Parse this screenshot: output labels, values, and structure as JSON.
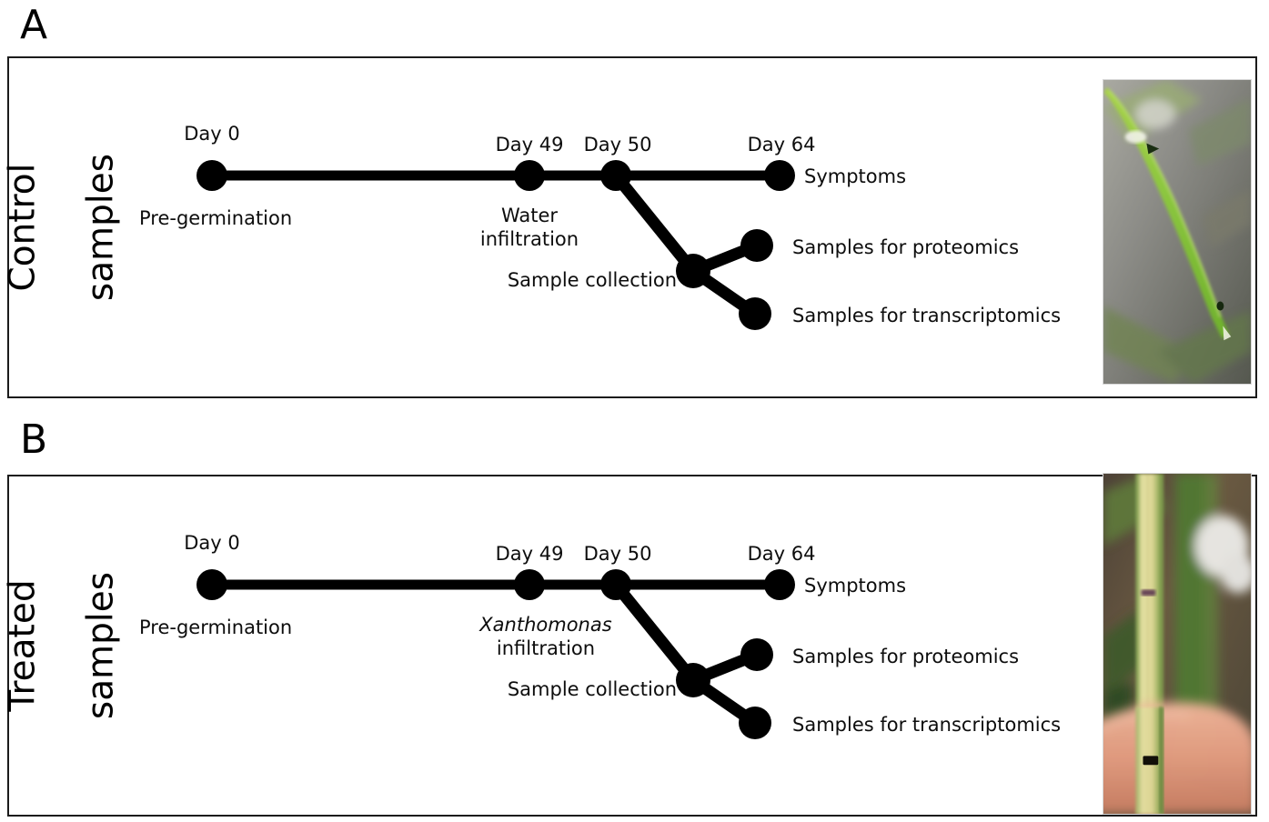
{
  "figure": {
    "type": "experimental-timeline-diagram",
    "background": "#ffffff",
    "node_color": "#000000",
    "line_color": "#000000",
    "border_color": "#1b1b1b"
  },
  "panels": [
    {
      "letter": "A",
      "side_label_line1": "Control",
      "side_label_line2": "samples",
      "timeline": {
        "day0": {
          "day": "Day 0",
          "label": "Pre-germination"
        },
        "day49": {
          "day": "Day 49",
          "label_line1": "Water",
          "label_line2": "infiltration",
          "italic_first": false
        },
        "day50": {
          "day": "Day 50",
          "label": "Sample collection"
        },
        "day64": {
          "day": "Day 64",
          "label": "Symptoms"
        },
        "branch_proteomics": "Samples for proteomics",
        "branch_transcriptomics": "Samples for transcriptomics"
      },
      "photo": {
        "name": "healthy-rice-leaf-photo",
        "description": "Green healthy rice leaf diagonal against grey background"
      }
    },
    {
      "letter": "B",
      "side_label_line1": "Treated",
      "side_label_line2": "samples",
      "timeline": {
        "day0": {
          "day": "Day 0",
          "label": "Pre-germination"
        },
        "day49": {
          "day": "Day 49",
          "label_line1": "Xanthomonas",
          "label_line2": "infiltration",
          "italic_first": true
        },
        "day50": {
          "day": "Day 50",
          "label": "Sample collection"
        },
        "day64": {
          "day": "Day 64",
          "label": "Symptoms"
        },
        "branch_proteomics": "Samples for proteomics",
        "branch_transcriptomics": "Samples for transcriptomics"
      },
      "photo": {
        "name": "blighted-rice-leaf-photo",
        "description": "Yellowed blighted rice leaf held between fingers"
      }
    }
  ],
  "chart_data": {
    "type": "timeline",
    "title": "",
    "description": "Two parallel experimental timelines for control and Xanthomonas-treated rice samples",
    "x": [
      0,
      49,
      50,
      64
    ],
    "tick_labels": [
      "Day 0",
      "Day 49",
      "Day 50",
      "Day 64"
    ],
    "series": [
      {
        "name": "Control samples",
        "events": [
          {
            "day": 0,
            "label": "Pre-germination",
            "branch": "main"
          },
          {
            "day": 49,
            "label": "Water infiltration",
            "branch": "main"
          },
          {
            "day": 50,
            "label": "Sample collection",
            "branch": "main"
          },
          {
            "day": 64,
            "label": "Symptoms",
            "branch": "main"
          },
          {
            "day": 50,
            "label": "Samples for proteomics",
            "branch": "sub"
          },
          {
            "day": 50,
            "label": "Samples for transcriptomics",
            "branch": "sub"
          }
        ]
      },
      {
        "name": "Treated samples",
        "events": [
          {
            "day": 0,
            "label": "Pre-germination",
            "branch": "main"
          },
          {
            "day": 49,
            "label": "Xanthomonas infiltration",
            "branch": "main"
          },
          {
            "day": 50,
            "label": "Sample collection",
            "branch": "main"
          },
          {
            "day": 64,
            "label": "Symptoms",
            "branch": "main"
          },
          {
            "day": 50,
            "label": "Samples for proteomics",
            "branch": "sub"
          },
          {
            "day": 50,
            "label": "Samples for transcriptomics",
            "branch": "sub"
          }
        ]
      }
    ],
    "legend": [],
    "grid": false
  }
}
